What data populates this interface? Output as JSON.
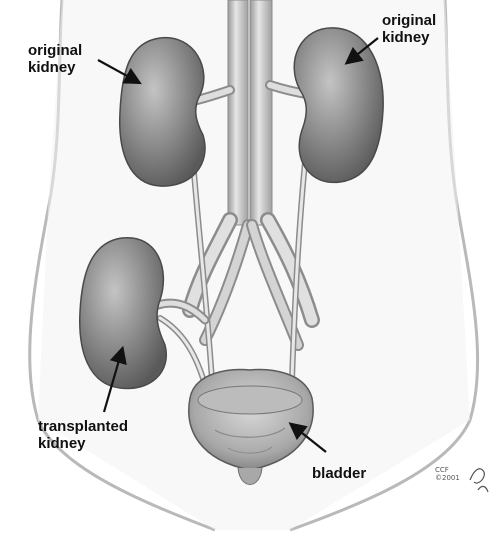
{
  "labels": {
    "original_left": [
      "original",
      "kidney"
    ],
    "original_right": [
      "original",
      "kidney"
    ],
    "transplanted": [
      "transplanted",
      "kidney"
    ],
    "bladder": "bladder"
  },
  "credit": [
    "CCF",
    "©2001"
  ],
  "signature": "Ross",
  "colors": {
    "background": "#ffffff",
    "body_outline": "#b9b9b9",
    "kidney_fill": "#8a8a8a",
    "kidney_shadow": "#5f5f5f",
    "vessel": "#d6d6d6",
    "arrow": "#111111",
    "label_text": "#111111"
  }
}
